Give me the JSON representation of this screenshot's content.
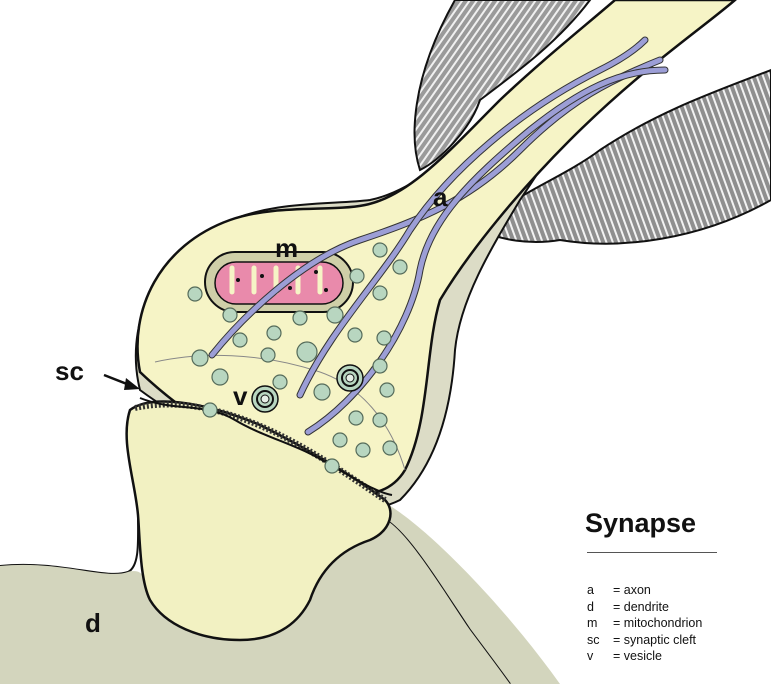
{
  "labels": {
    "axon": "a",
    "mitochondrion": "m",
    "synaptic_cleft": "sc",
    "vesicle": "v",
    "dendrite": "d"
  },
  "legend": {
    "title": "Synapse",
    "items": [
      {
        "abbr": "a",
        "term": "= axon"
      },
      {
        "abbr": "d",
        "term": "= dendrite"
      },
      {
        "abbr": "m",
        "term": "= mitochondrion"
      },
      {
        "abbr": "sc",
        "term": "= synaptic cleft"
      },
      {
        "abbr": "v",
        "term": "= vesicle"
      }
    ]
  },
  "colors": {
    "cytoplasm": "#f6f4c6",
    "dendrite_body": "#f2f1c2",
    "tissue": "#d3d5bd",
    "glia": "#dcdcc6",
    "myelin": "#8b8b8b",
    "mitochondrion_outer": "#cfcfa8",
    "mitochondrion_inner": "#e98aab",
    "vesicle": "#b8d6c0",
    "microtubule": "#9c9ed6",
    "outline": "#111111"
  }
}
